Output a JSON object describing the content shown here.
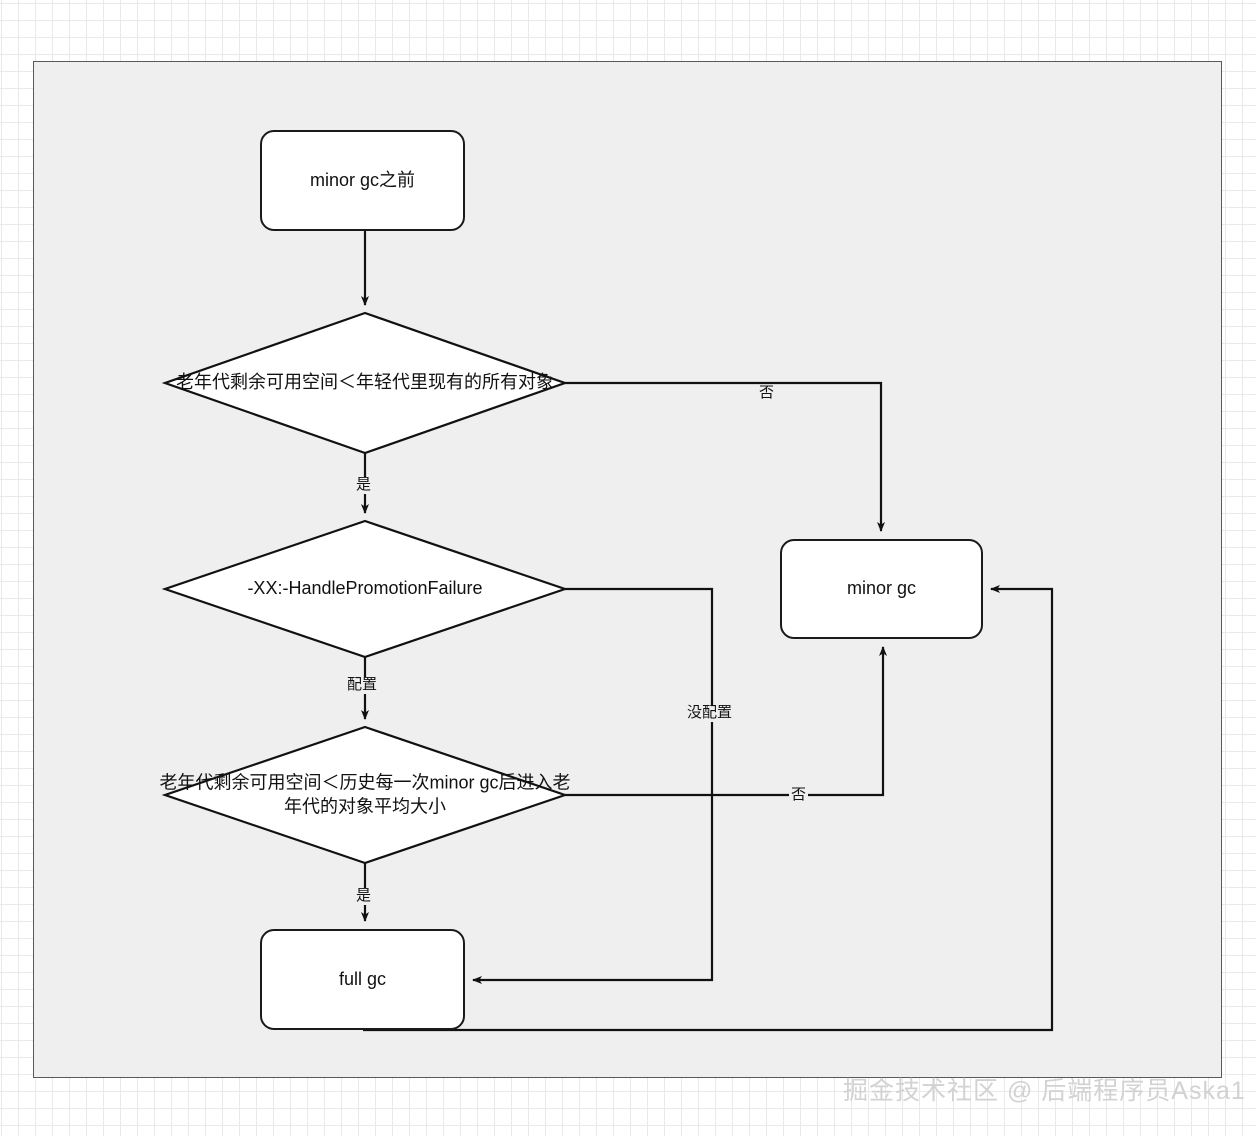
{
  "diagram": {
    "title": "minor gc / full gc decision flow",
    "colors": {
      "canvas_bg": "#efefef",
      "canvas_border": "#555a5e",
      "node_fill": "#ffffff",
      "node_stroke": "#1a1a1a",
      "text": "#111111",
      "grid_minor": "#e9e9e9",
      "grid_major": "#cfcfcf",
      "watermark": "#d2d2d2"
    },
    "nodes": {
      "start": {
        "label": "minor gc之前",
        "shape": "rounded-rect"
      },
      "decision_1": {
        "label": "老年代剩余可用空间＜年轻代里现有的所有对象",
        "shape": "diamond"
      },
      "decision_2": {
        "label": "-XX:-HandlePromotionFailure",
        "shape": "diamond"
      },
      "decision_3": {
        "label": "老年代剩余可用空间＜历史每一次minor gc后进入老年代的对象平均大小",
        "shape": "diamond"
      },
      "minor_gc": {
        "label": "minor gc",
        "shape": "rounded-rect"
      },
      "full_gc": {
        "label": "full gc",
        "shape": "rounded-rect"
      }
    },
    "edge_labels": {
      "d1_no": "否",
      "d1_yes": "是",
      "d2_configured": "配置",
      "d2_not_configured": "没配置",
      "d3_no": "否",
      "d3_yes": "是"
    },
    "watermark": "掘金技术社区 @ 后端程序员Aska1"
  }
}
